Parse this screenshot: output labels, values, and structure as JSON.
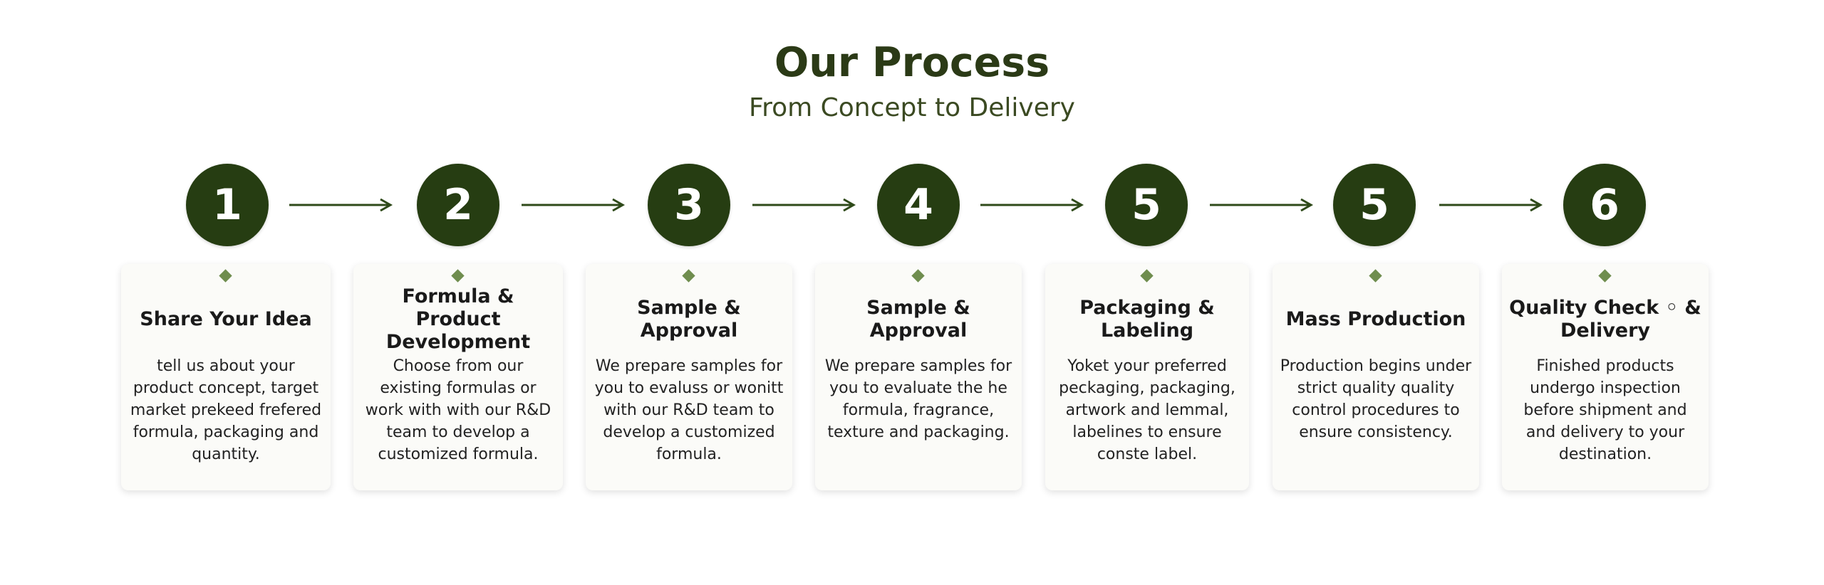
{
  "header": {
    "title": "Our Process",
    "subtitle": "From Concept to Delivery"
  },
  "steps": [
    {
      "number": "1",
      "title": "Share Your Idea",
      "description": "tell us about your product concept, target market prekeed frefered formula, packaging and quantity."
    },
    {
      "number": "2",
      "title": "Formula & Product Development",
      "description": "Choose from our existing formulas or work with with our R&D team to develop a customized formula."
    },
    {
      "number": "3",
      "title": "Sample & Approval",
      "description": "We prepare samples for you to evaluss or wonitt with our R&D team to develop a customized formula."
    },
    {
      "number": "4",
      "title": "Sample & Approval",
      "description": "We prepare samples for you to evaluate the he formula, fragrance, texture and packaging."
    },
    {
      "number": "5",
      "title": "Packaging & Labeling",
      "description": "Yoket your preferred peckaging, packaging, artwork and lemmal, labelines to ensure conste label."
    },
    {
      "number": "5",
      "title": "Mass Production",
      "description": "Production begins under strict quality quality control procedures to ensure consistency."
    },
    {
      "number": "6",
      "title": "Quality Check ◦ & Delivery",
      "description": "Finished products undergo inspection before shipment and and delivery to your destination."
    }
  ],
  "colors": {
    "circle_fill": "#263d12",
    "accent_diamond": "#6f8d4e",
    "title_text": "#2b3a16",
    "arrow": "#2f4a1a"
  },
  "icons": {
    "arrow": "arrow-right-icon",
    "marker": "diamond-icon"
  }
}
